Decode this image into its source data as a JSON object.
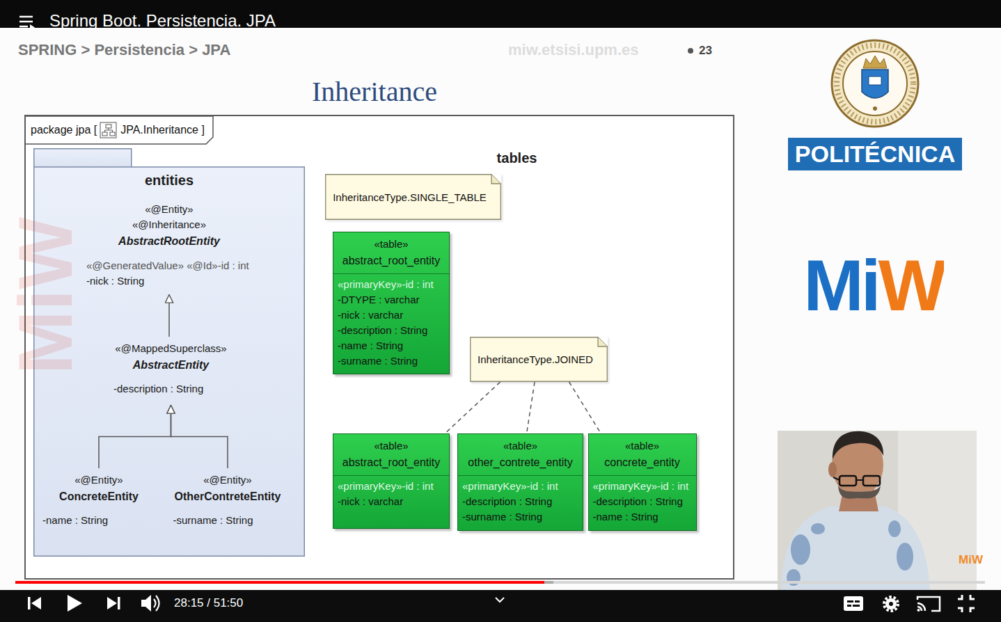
{
  "diagram": {
    "title": "Inheritance",
    "nodes": [
      {
        "text": [
          "package jpa [",
          "JPA.Inheritance ]"
        ]
      },
      {
        "text": [
          "entities"
        ],
        "in": 0
      },
      {
        "text": [
          "«@Entity»",
          "«@Inheritance»",
          "AbstractRootEntity",
          "«@GeneratedValue» «@Id»-id : int",
          "-nick : String"
        ],
        "in": 1
      },
      {
        "text": [
          "«@MappedSuperclass»",
          "AbstractEntity",
          "-description : String"
        ],
        "in": 1
      },
      {
        "text": [
          "«@Entity»",
          "ConcreteEntity",
          "-name : String"
        ],
        "in": 1
      },
      {
        "text": [
          "«@Entity»",
          "OtherContreteEntity",
          "-surname : String"
        ],
        "in": 1
      },
      {
        "text": [
          "tables"
        ],
        "in": 0
      },
      {
        "text": [
          "InheritanceType.SINGLE_TABLE"
        ],
        "in": 6
      },
      {
        "text": [
          "«table»",
          "abstract_root_entity",
          "«primaryKey»-id : int",
          "-DTYPE : varchar",
          "-nick : varchar",
          "-description : String",
          "-name : String",
          "-surname : String"
        ],
        "in": 6
      },
      {
        "text": [
          "InheritanceType.JOINED"
        ],
        "in": 6
      },
      {
        "text": [
          "«table»",
          "abstract_root_entity",
          "«primaryKey»-id : int",
          "-nick : varchar"
        ],
        "in": 6
      },
      {
        "text": [
          "«table»",
          "other_contrete_entity",
          "«primaryKey»-id : int",
          "-description : String",
          "-surname : String"
        ],
        "in": 6
      },
      {
        "text": [
          "«table»",
          "concrete_entity",
          "«primaryKey»-id : int",
          "-description : String",
          "-name : String"
        ],
        "in": 6
      }
    ],
    "edges": [
      {
        "from": 3,
        "to": 2,
        "arrow": "to"
      },
      {
        "from": 4,
        "to": 3,
        "arrow": "to"
      },
      {
        "from": 5,
        "to": 3,
        "arrow": "to"
      },
      {
        "from": 9,
        "to": 10,
        "arrow": "none"
      },
      {
        "from": 9,
        "to": 11,
        "arrow": "none"
      },
      {
        "from": 9,
        "to": 12,
        "arrow": "none"
      }
    ],
    "labels": [
      "Spring Boot. Persistencia. JPA",
      "SPRING > Persistencia > JPA",
      "miw.etsisi.upm.es",
      "23",
      "POLITÉCNICA",
      "MiW",
      "MiW",
      "MiW",
      "28:15 / 51:50"
    ]
  }
}
